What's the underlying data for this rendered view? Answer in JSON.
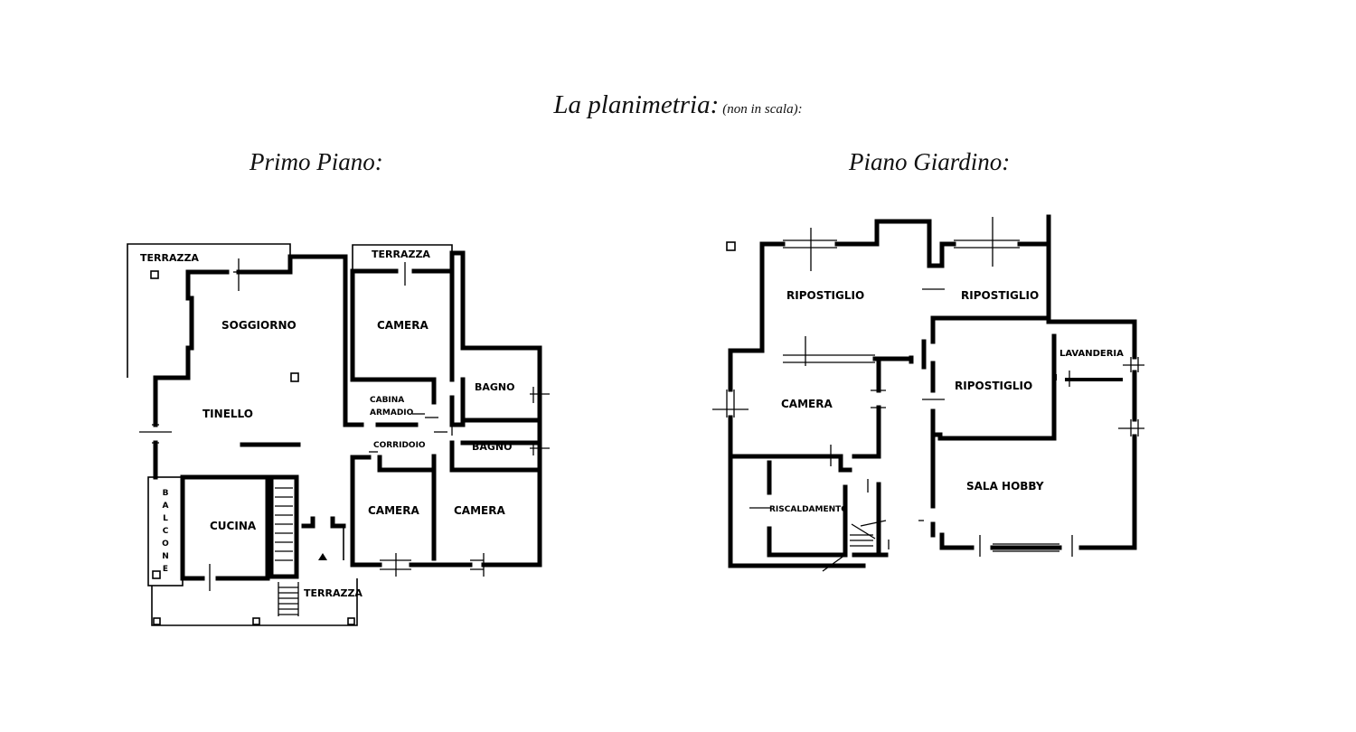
{
  "heading": {
    "title": "La planimetria:",
    "note": "(non in scala):"
  },
  "floors": {
    "primo": {
      "title": "Primo Piano:",
      "rooms": {
        "terrazza_left": "TERRAZZA",
        "terrazza_top": "TERRAZZA",
        "soggiorno": "SOGGIORNO",
        "camera_top": "CAMERA",
        "tinello": "TINELLO",
        "cabina": "CABINA",
        "armadio": "ARMADIO",
        "bagno_1": "BAGNO",
        "corridoio": "CORRIDOIO",
        "bagno_2": "BAGNO",
        "cucina": "CUCINA",
        "camera_bottom_left": "CAMERA",
        "camera_bottom_right": "CAMERA",
        "terrazza_bottom": "TERRAZZA",
        "balcone_letters": [
          "B",
          "A",
          "L",
          "C",
          "O",
          "N",
          "E"
        ]
      }
    },
    "giardino": {
      "title": "Piano Giardino:",
      "rooms": {
        "ripostiglio_1": "RIPOSTIGLIO",
        "ripostiglio_2": "RIPOSTIGLIO",
        "lavanderia": "LAVANDERIA",
        "camera": "CAMERA",
        "ripostiglio_3": "RIPOSTIGLIO",
        "sala_hobby": "SALA HOBBY",
        "riscaldamento": "RISCALDAMENTO"
      }
    }
  }
}
